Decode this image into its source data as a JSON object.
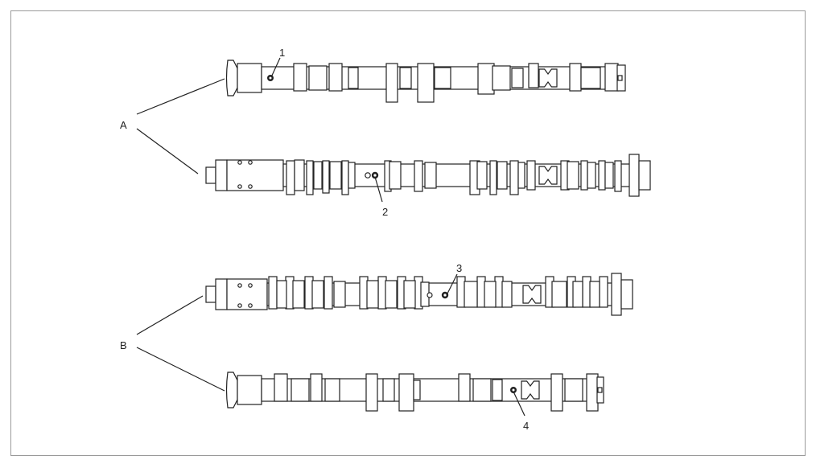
{
  "labels": {
    "group_a": "A",
    "group_b": "B",
    "callout_1": "1",
    "callout_2": "2",
    "callout_3": "3",
    "callout_4": "4"
  },
  "colors": {
    "stroke": "#222222",
    "frame": "#9a9a9a",
    "background": "#ffffff"
  }
}
